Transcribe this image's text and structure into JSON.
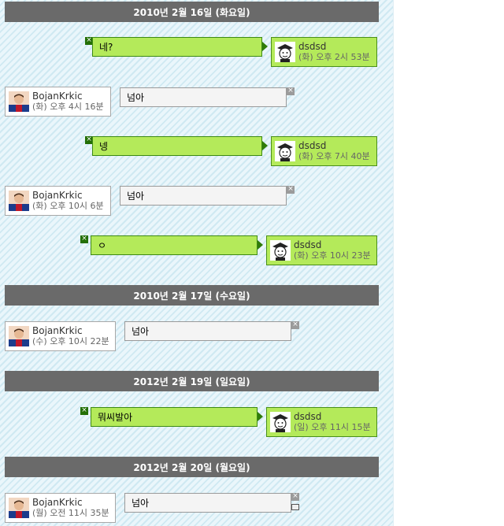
{
  "dates": [
    "2010년 2월 16일 (화요일)",
    "2010년 2월 17일 (수요일)",
    "2012년 2월 19일 (일요일)",
    "2012년 2월 20일 (월요일)"
  ],
  "messages": [
    {
      "side": "right",
      "name": "dsdsd",
      "time": "(화) 오후 2시 53분",
      "text": "네?",
      "avatar": "student-avatar-icon"
    },
    {
      "side": "left",
      "name": "BojanKrkic",
      "time": "(화) 오후 4시 16분",
      "text": "넘아",
      "avatar": "player-avatar-icon"
    },
    {
      "side": "right",
      "name": "dsdsd",
      "time": "(화) 오후 7시 40분",
      "text": "넹",
      "avatar": "student-avatar-icon"
    },
    {
      "side": "left",
      "name": "BojanKrkic",
      "time": "(화) 오후 10시 6분",
      "text": "넘아",
      "avatar": "player-avatar-icon"
    },
    {
      "side": "right",
      "name": "dsdsd",
      "time": "(화) 오후 10시 23분",
      "text": "ㅇ",
      "avatar": "student-avatar-icon"
    },
    {
      "side": "left",
      "name": "BojanKrkic",
      "time": "(수) 오후 10시 22분",
      "text": "넘아",
      "avatar": "player-avatar-icon"
    },
    {
      "side": "right",
      "name": "dsdsd",
      "time": "(일) 오후 11시 15분",
      "text": "뭐씨발아",
      "avatar": "student-avatar-icon"
    },
    {
      "side": "left",
      "name": "BojanKrkic",
      "time": "(월) 오전 11시 35분",
      "text": "넘아",
      "avatar": "player-avatar-icon"
    }
  ],
  "icons": {
    "delete": "close-icon",
    "print": "print-icon"
  },
  "colors": {
    "date_bar": "#6a6a6a",
    "green_bubble": "#b4ea5a",
    "green_border": "#3e8a14",
    "gray_bubble": "#f4f4f4"
  }
}
